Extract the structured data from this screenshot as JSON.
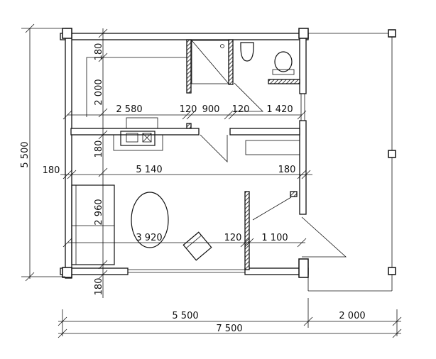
{
  "dimensions": {
    "bath_depth": "180",
    "bath_length": "2 000",
    "upper_left_room": "2 580",
    "partition_a": "120",
    "shower_width": "900",
    "partition_b": "120",
    "wc_width": "1 420",
    "mid_wall": "180",
    "left_wall": "180",
    "living_width": "5 140",
    "right_wall": "180",
    "living_depth": "2 960",
    "living_room": "3 920",
    "partition_c": "120",
    "hall_width": "1 100",
    "bottom_wall": "180",
    "overall_height": "5 500",
    "house_width": "5 500",
    "terrace_width": "2 000",
    "overall_width": "7 500"
  }
}
